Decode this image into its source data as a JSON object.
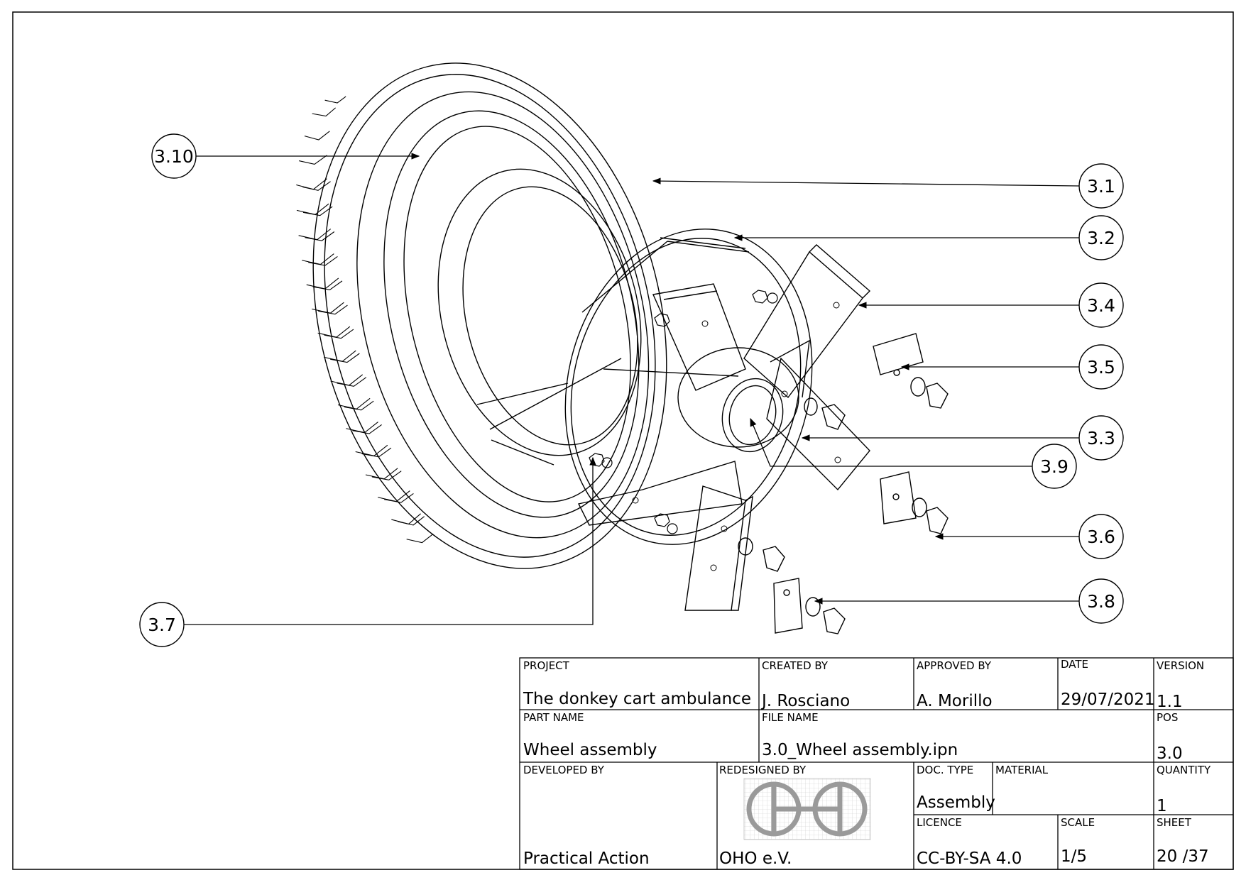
{
  "callouts": [
    {
      "id": "3.10",
      "label": "3.10"
    },
    {
      "id": "3.1",
      "label": "3.1"
    },
    {
      "id": "3.2",
      "label": "3.2"
    },
    {
      "id": "3.4",
      "label": "3.4"
    },
    {
      "id": "3.5",
      "label": "3.5"
    },
    {
      "id": "3.3",
      "label": "3.3"
    },
    {
      "id": "3.9",
      "label": "3.9"
    },
    {
      "id": "3.6",
      "label": "3.6"
    },
    {
      "id": "3.8",
      "label": "3.8"
    },
    {
      "id": "3.7",
      "label": "3.7"
    }
  ],
  "title_block": {
    "project": {
      "caption": "PROJECT",
      "value": "The donkey cart ambulance"
    },
    "created_by": {
      "caption": "CREATED BY",
      "value": "J. Rosciano"
    },
    "approved_by": {
      "caption": "APPROVED BY",
      "value": "A. Morillo"
    },
    "date": {
      "caption": "DATE",
      "value": "29/07/2021"
    },
    "version": {
      "caption": "VERSION",
      "value": "1.1"
    },
    "part_name": {
      "caption": "PART NAME",
      "value": "Wheel assembly"
    },
    "file_name": {
      "caption": "FILE NAME",
      "value": "3.0_Wheel assembly.ipn"
    },
    "pos": {
      "caption": "POS",
      "value": "3.0"
    },
    "developed_by": {
      "caption": "DEVELOPED BY",
      "value": "Practical Action"
    },
    "redesigned_by": {
      "caption": "REDESIGNED BY",
      "value": "OHO e.V."
    },
    "doc_type": {
      "caption": "DOC. TYPE",
      "value": "Assembly"
    },
    "material": {
      "caption": "MATERIAL",
      "value": ""
    },
    "quantity": {
      "caption": "QUANTITY",
      "value": "1"
    },
    "licence": {
      "caption": "LICENCE",
      "value": "CC-BY-SA 4.0"
    },
    "scale": {
      "caption": "SCALE",
      "value": "1/5"
    },
    "sheet": {
      "caption": "SHEET",
      "value": "20 /37"
    }
  }
}
